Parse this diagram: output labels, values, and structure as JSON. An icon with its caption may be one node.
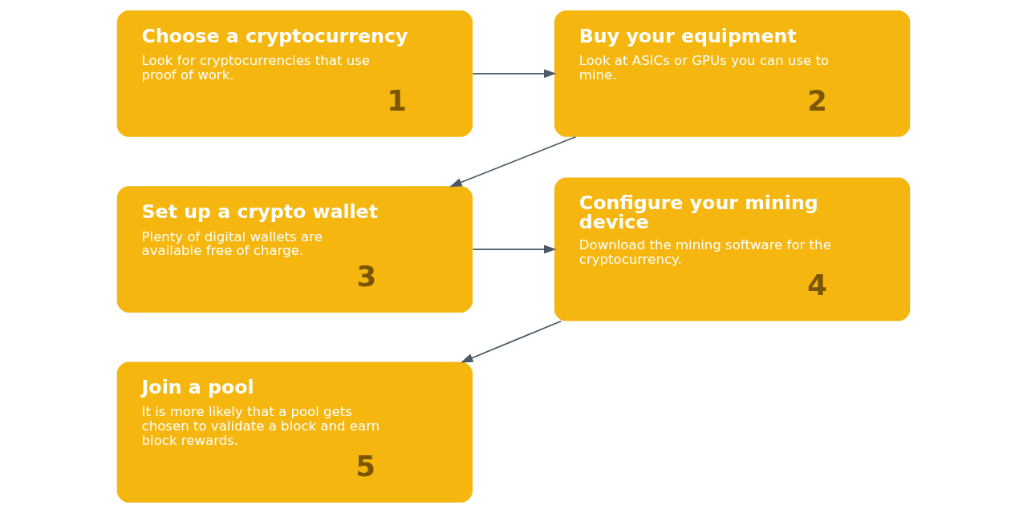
{
  "diagram": {
    "nodes": [
      {
        "text": [
          "Choose a cryptocurrency",
          "Look for cryptocurrencies that use proof of work.",
          "1"
        ]
      },
      {
        "text": [
          "Buy your equipment",
          "Look at ASICs or GPUs you can use to mine.",
          "2"
        ]
      },
      {
        "text": [
          "Set up a crypto wallet",
          "Plenty of digital wallets are available free of charge.",
          "3"
        ]
      },
      {
        "text": [
          "Configure your mining device",
          "Download the mining software for the cryptocurrency.",
          "4"
        ]
      },
      {
        "text": [
          "Join a pool",
          "It is more likely that a pool gets chosen to validate a block and earn block rewards.",
          "5"
        ]
      }
    ],
    "edges": [
      {
        "from": 0,
        "to": 1,
        "arrow": "to"
      },
      {
        "from": 1,
        "to": 2,
        "arrow": "to"
      },
      {
        "from": 2,
        "to": 3,
        "arrow": "to"
      },
      {
        "from": 3,
        "to": 4,
        "arrow": "to"
      }
    ]
  }
}
